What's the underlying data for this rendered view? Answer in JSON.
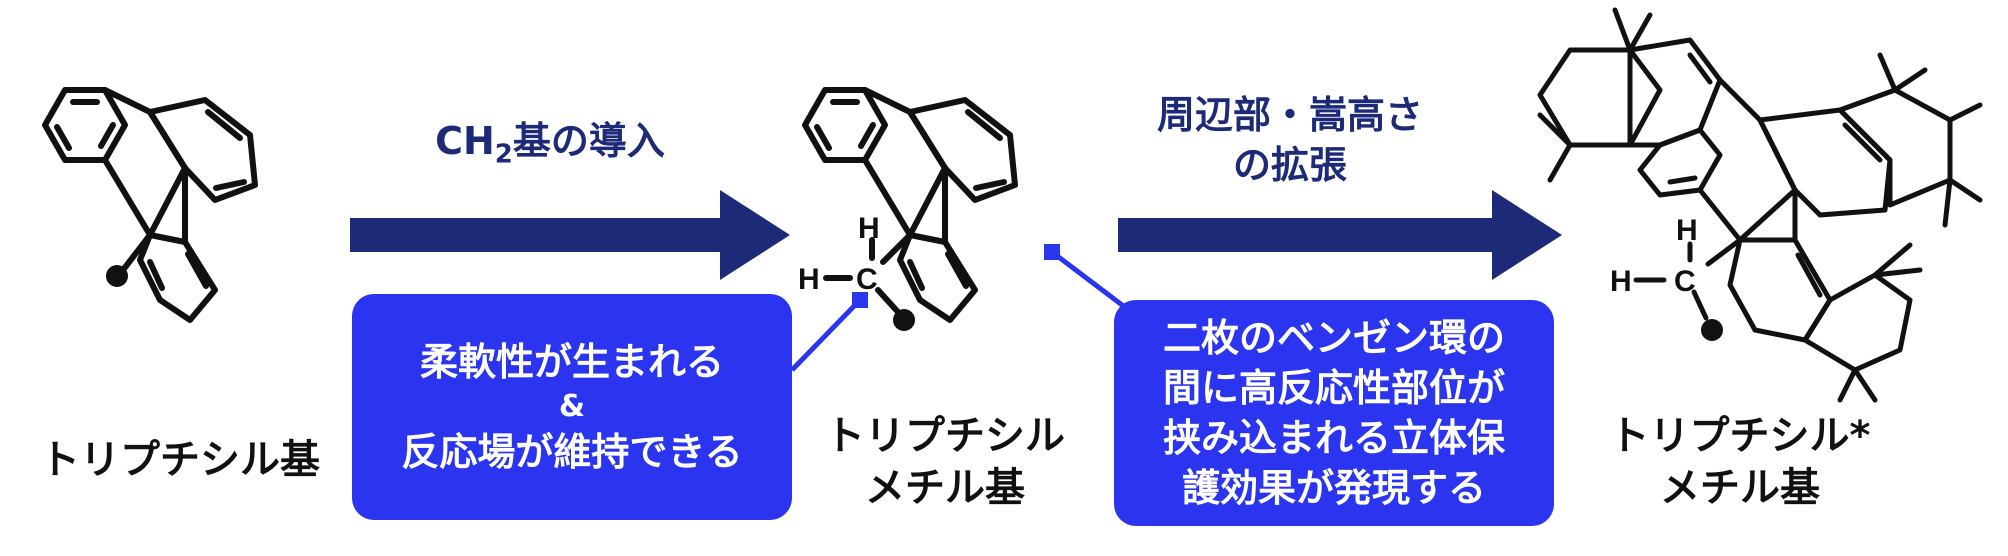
{
  "colors": {
    "arrow": "#1c2a78",
    "callout": "#2b35f0",
    "bond": "#111111"
  },
  "arrow1": {
    "text_prefix": "CH",
    "text_sub": "2",
    "text_suffix": "基の導入"
  },
  "arrow2": {
    "line1": "周辺部・嵩高さ",
    "line2": "の拡張"
  },
  "label1": {
    "line1": "トリプチシル基"
  },
  "label2": {
    "line1": "トリプチシル",
    "line2": "メチル基"
  },
  "label3": {
    "line1": "トリプチシル*",
    "line2": "メチル基"
  },
  "callout1": {
    "line1": "柔軟性が生まれる",
    "line2": "&",
    "line3": "反応場が維持できる"
  },
  "callout2": {
    "line1": "二枚のベンゼン環の",
    "line2": "間に高反応性部位が",
    "line3": "挟み込まれる立体保",
    "line4": "護効果が発現する"
  },
  "atoms": {
    "h": "H",
    "c": "C"
  }
}
